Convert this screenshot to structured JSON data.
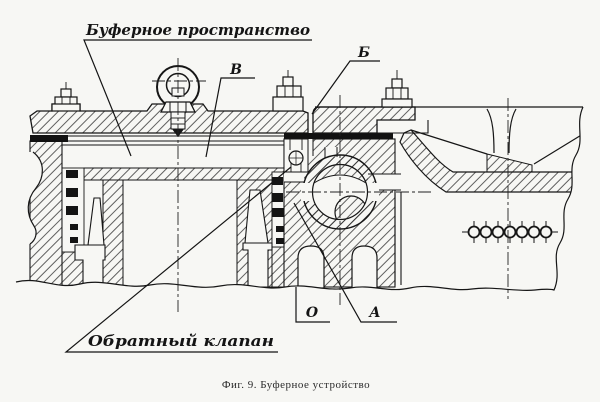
{
  "figure": {
    "caption": "Фиг. 9.  Буферное  устройство",
    "labels": {
      "buffer_space": "Буферное пространство",
      "check_valve": "Обратный клапан",
      "point_v": "В",
      "point_b": "Б",
      "point_o": "О",
      "point_a": "А"
    },
    "colors": {
      "ink": "#161616",
      "paper": "#f7f7f4"
    }
  }
}
